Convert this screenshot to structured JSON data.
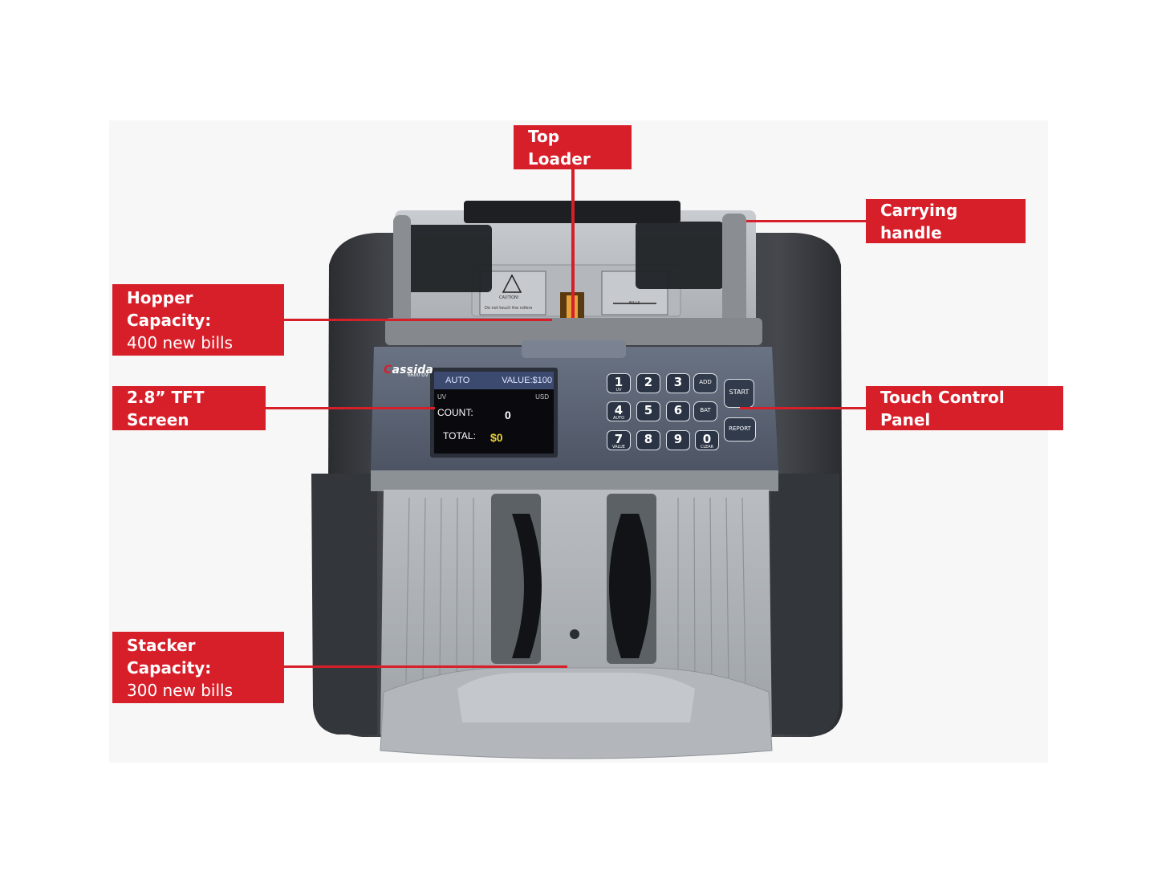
{
  "callouts": {
    "top_loader": "Top Loader",
    "carrying_handle": "Carrying handle",
    "hopper_title": "Hopper Capacity:",
    "hopper_sub": "400 new bills",
    "screen": "2.8” TFT Screen",
    "touch_panel": "Touch Control Panel",
    "stacker_title": "Stacker Capacity:",
    "stacker_sub": "300 new bills"
  },
  "device": {
    "brand": "assida",
    "brand_initial": "C",
    "model": "6600 UV",
    "caution_title": "CAUTION!",
    "caution_text": "Do not touch the rollers",
    "bills_label": "BILLS",
    "display": {
      "mode": "AUTO",
      "value": "VALUE:$100",
      "uv": "UV",
      "usd": "USD",
      "count_label": "COUNT:",
      "count_value": "0",
      "total_label": "TOTAL:",
      "total_value": "$0"
    },
    "keypad": [
      {
        "digit": "1",
        "sub": "UV"
      },
      {
        "digit": "2",
        "sub": ""
      },
      {
        "digit": "3",
        "sub": ""
      },
      {
        "digit": "4",
        "sub": "AUTO"
      },
      {
        "digit": "5",
        "sub": ""
      },
      {
        "digit": "6",
        "sub": ""
      },
      {
        "digit": "7",
        "sub": "VALUE"
      },
      {
        "digit": "8",
        "sub": ""
      },
      {
        "digit": "9",
        "sub": ""
      },
      {
        "digit": "0",
        "sub": "CLEAR"
      }
    ],
    "function_keys": {
      "add": "ADD",
      "bat": "BAT",
      "start": "START",
      "report": "REPORT"
    }
  },
  "colors": {
    "callout_red": "#d71f2a",
    "body_dark": "#3a3d42",
    "panel_slate": "#596272",
    "tray_grey": "#a9aeb3"
  }
}
